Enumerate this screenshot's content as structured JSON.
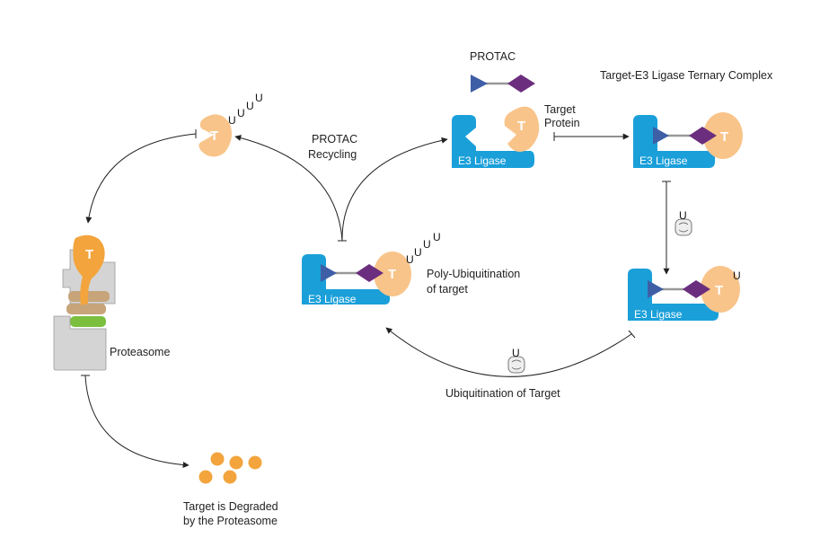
{
  "labels": {
    "protac": "PROTAC",
    "ternary_complex": "Target-E3 Ligase Ternary Complex",
    "target_protein_line1": "Target",
    "target_protein_line2": "Protein",
    "protac_recycling_line1": "PROTAC",
    "protac_recycling_line2": "Recycling",
    "poly_ub_line1": "Poly-Ubiquitination",
    "poly_ub_line2": "of target",
    "ubiquitination": "Ubiquitination of Target",
    "proteasome": "Proteasome",
    "degraded_line1": "Target is Degraded",
    "degraded_line2": "by the Proteasome"
  },
  "shapes": {
    "e3_label": "E3 Ligase",
    "target_letter": "T",
    "ubiquitin_letter": "U"
  },
  "colors": {
    "e3": "#1a9fd9",
    "target": "#f9c48a",
    "fragment": "#f3a43c",
    "protac_triangle": "#3e5ea6",
    "protac_diamond": "#6b2e7e",
    "linker": "#999999",
    "proteasome_gray": "#d4d4d4",
    "proteasome_tan": "#c7a47a",
    "proteasome_green": "#7cbf3f"
  }
}
